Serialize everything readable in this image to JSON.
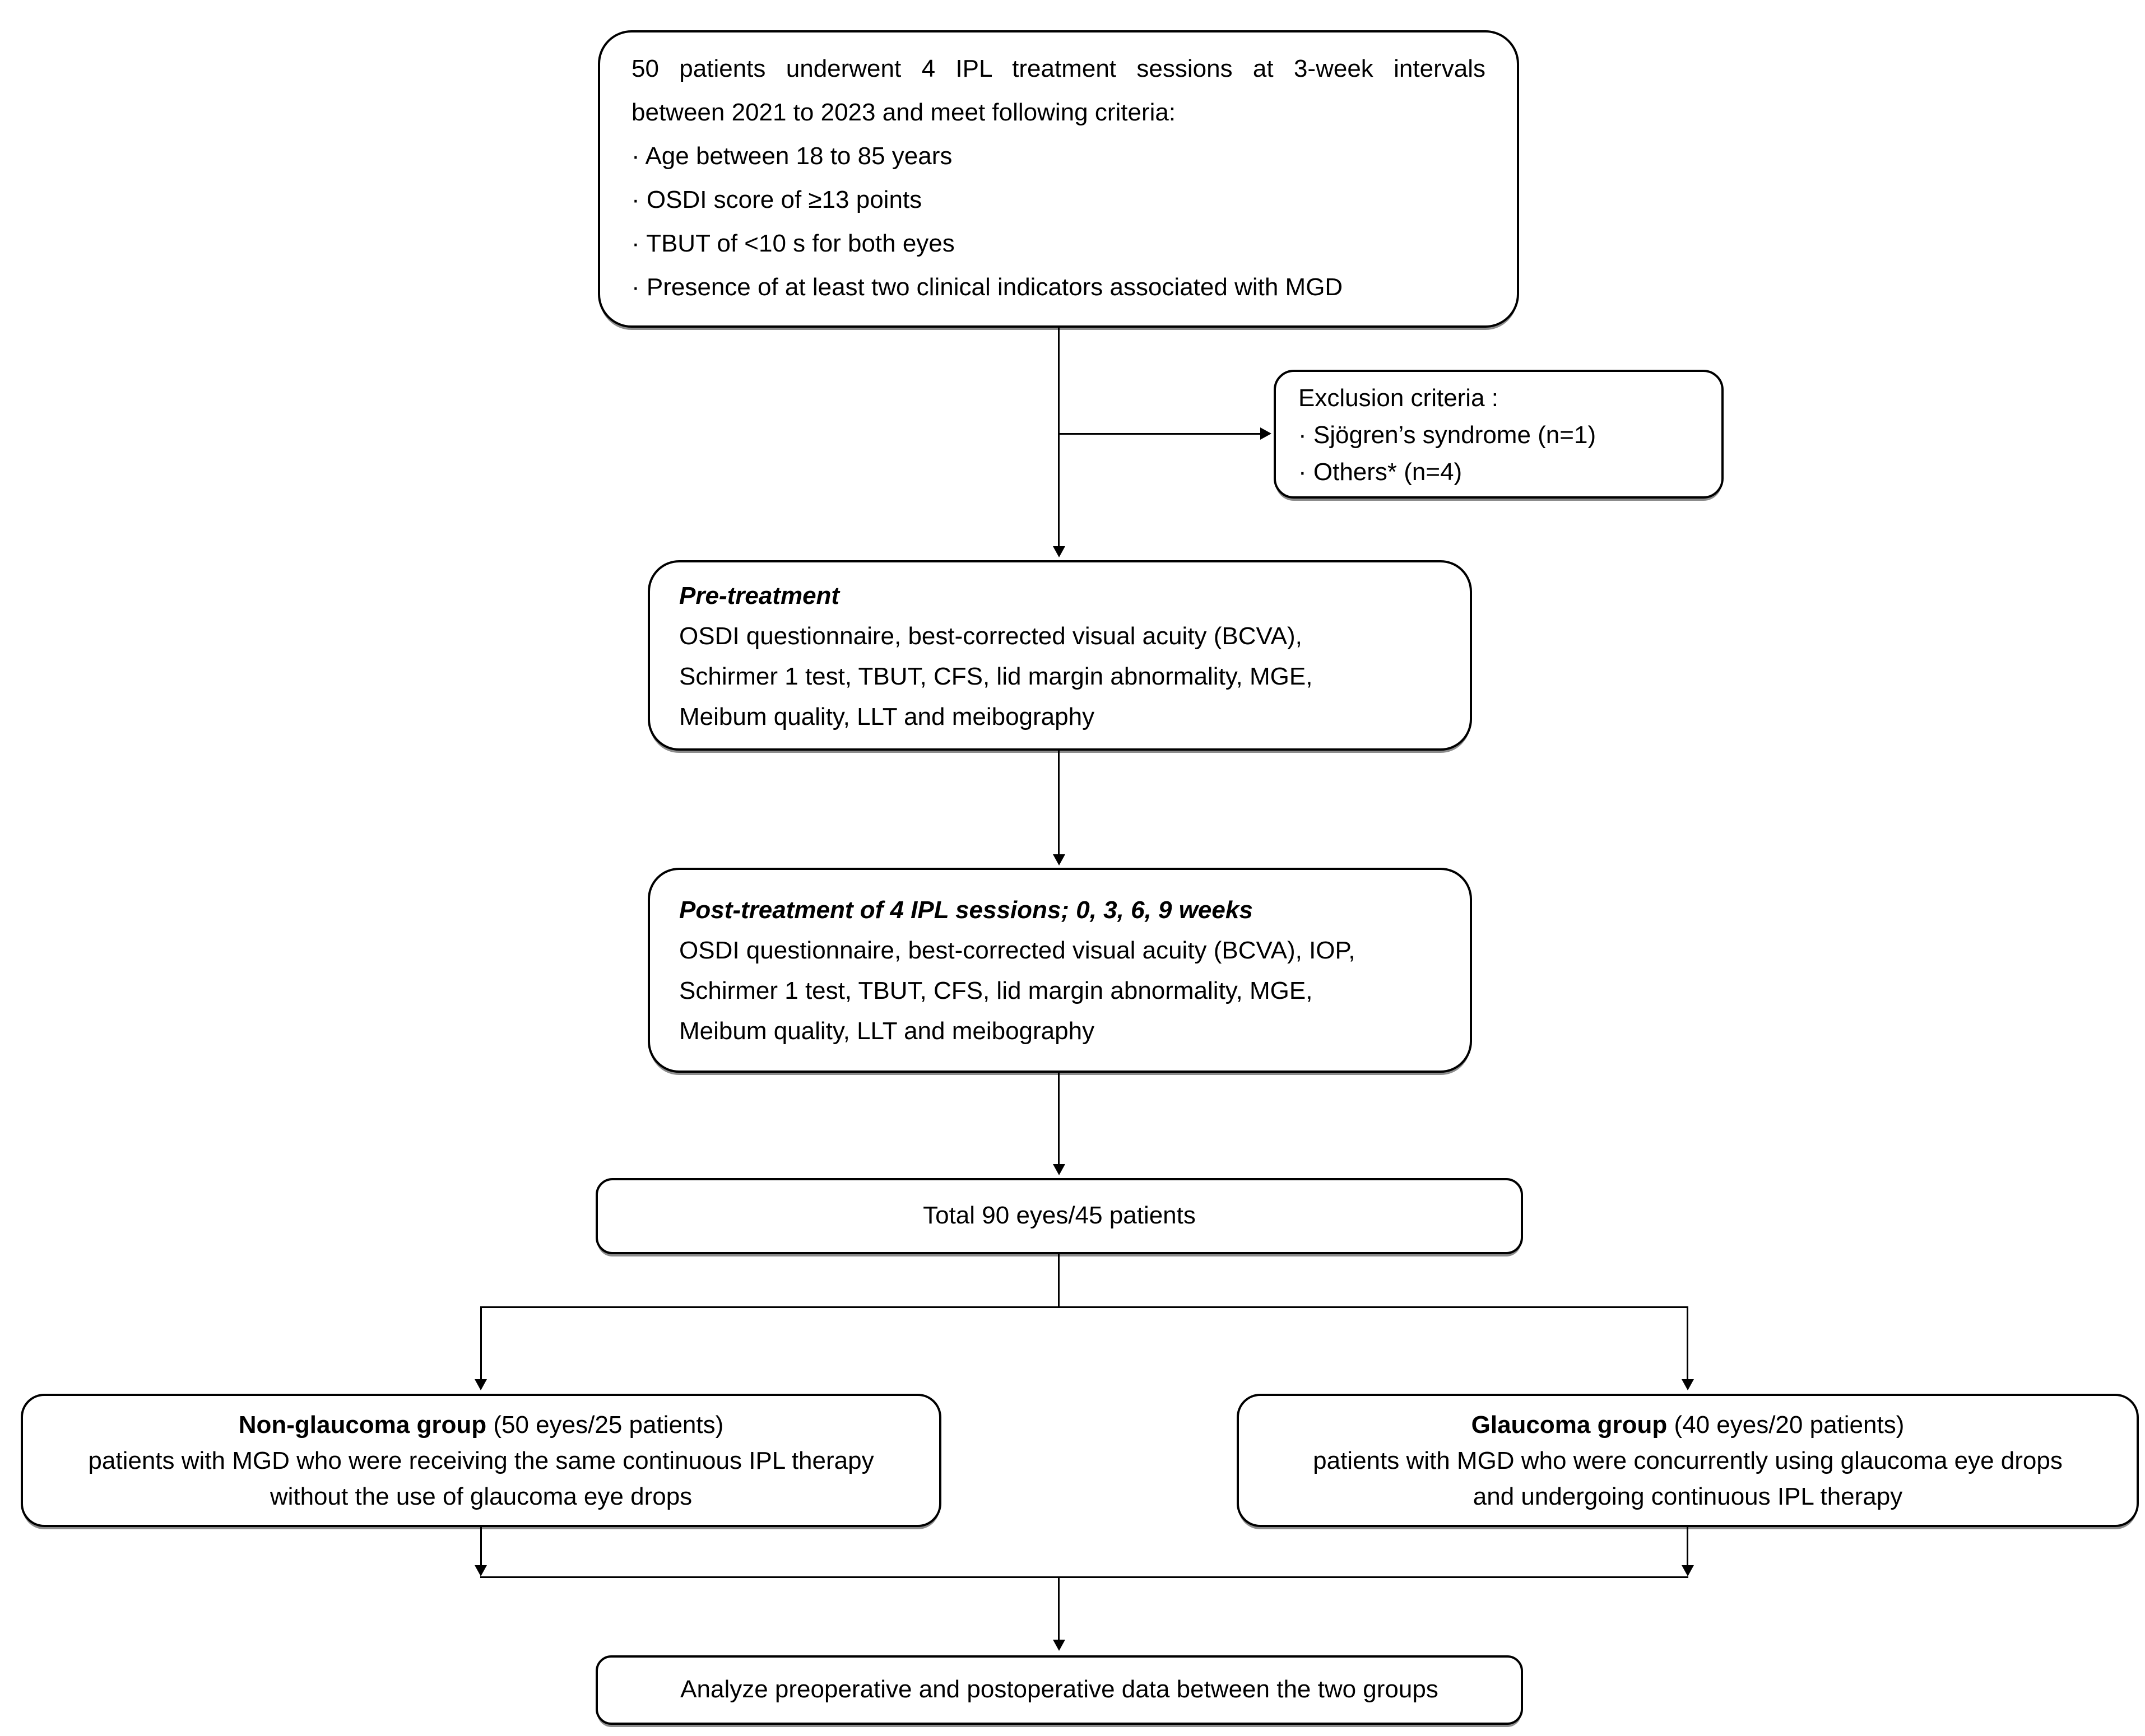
{
  "diagram": {
    "criteria_box": {
      "intro_lines": [
        "50 patients underwent 4 IPL treatment sessions at 3-week intervals",
        "between 2021 to 2023 and meet following criteria:"
      ],
      "bullets": [
        "· Age between 18 to 85 years",
        "· OSDI score of ≥13 points",
        "· TBUT of <10 s for both eyes",
        "· Presence of at least two clinical indicators associated with MGD"
      ]
    },
    "exclusion_box": {
      "title": "Exclusion criteria :",
      "items": [
        "· Sjögren’s syndrome (n=1)",
        "· Others* (n=4)"
      ]
    },
    "pre_treatment_box": {
      "title": "Pre-treatment",
      "lines": [
        "OSDI questionnaire, best-corrected visual acuity (BCVA),",
        "Schirmer 1 test, TBUT, CFS, lid margin abnormality, MGE,",
        "Meibum quality, LLT and meibography"
      ]
    },
    "post_treatment_box": {
      "title": "Post-treatment of 4 IPL sessions; 0, 3, 6, 9 weeks",
      "lines": [
        "OSDI questionnaire, best-corrected visual acuity (BCVA), IOP,",
        "Schirmer 1 test, TBUT, CFS, lid margin abnormality, MGE,",
        "Meibum quality, LLT and meibography"
      ]
    },
    "total_box": {
      "label": "Total 90 eyes/45 patients"
    },
    "non_glaucoma_box": {
      "group_name": "Non-glaucoma group",
      "group_detail": " (50 eyes/25 patients)",
      "lines": [
        "patients with MGD who were receiving the same continuous IPL therapy",
        "without the use of glaucoma eye drops"
      ]
    },
    "glaucoma_box": {
      "group_name": "Glaucoma group",
      "group_detail": " (40 eyes/20 patients)",
      "lines": [
        "patients with MGD who were concurrently using glaucoma eye drops",
        "and undergoing continuous IPL therapy"
      ]
    },
    "analyze_box": {
      "label": "Analyze preoperative and postoperative data between the two groups"
    },
    "colors": {
      "background": "#ffffff",
      "border": "#000000",
      "text": "#000000",
      "connector": "#000000"
    }
  }
}
